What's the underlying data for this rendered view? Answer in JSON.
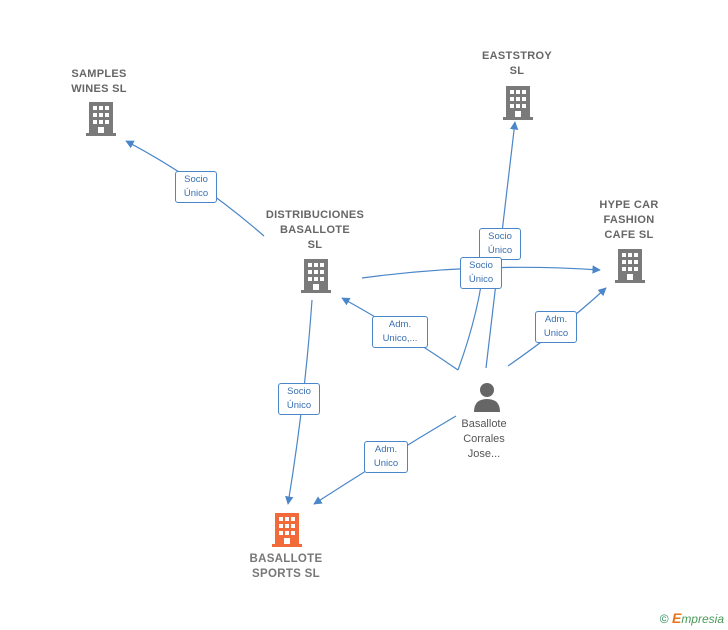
{
  "nodes": {
    "samples": {
      "label_lines": [
        "SAMPLES",
        "WINES SL"
      ]
    },
    "eaststroy": {
      "label_lines": [
        "EASTSTROY",
        "SL"
      ]
    },
    "distribuciones": {
      "label_lines": [
        "DISTRIBUCIONES",
        "BASALLOTE",
        "SL"
      ]
    },
    "hype": {
      "label_lines": [
        "HYPE CAR",
        "FASHION",
        "CAFE SL"
      ]
    },
    "basallote_sports": {
      "label_lines": [
        "BASALLOTE",
        "SPORTS SL"
      ]
    },
    "person": {
      "label_lines": [
        "Basallote",
        "Corrales",
        "Jose..."
      ]
    }
  },
  "edge_labels": {
    "dist_to_samples": [
      "Socio",
      "Único"
    ],
    "person_to_eaststroy": [
      "Socio",
      "Único"
    ],
    "dist_to_hype": [
      "Socio",
      "Único"
    ],
    "person_to_dist": [
      "Adm.",
      "Unico,..."
    ],
    "person_to_hype": [
      "Adm.",
      "Unico"
    ],
    "dist_to_sports": [
      "Socio",
      "Único"
    ],
    "person_to_sports": [
      "Adm.",
      "Unico"
    ]
  },
  "colors": {
    "edge": "#4a86c8",
    "building": "#7a7a7a",
    "building_highlight": "#f26a3a",
    "person": "#666666"
  },
  "footer": {
    "copyright": "©",
    "brand_initial": "E",
    "brand_rest": "mpresia"
  }
}
